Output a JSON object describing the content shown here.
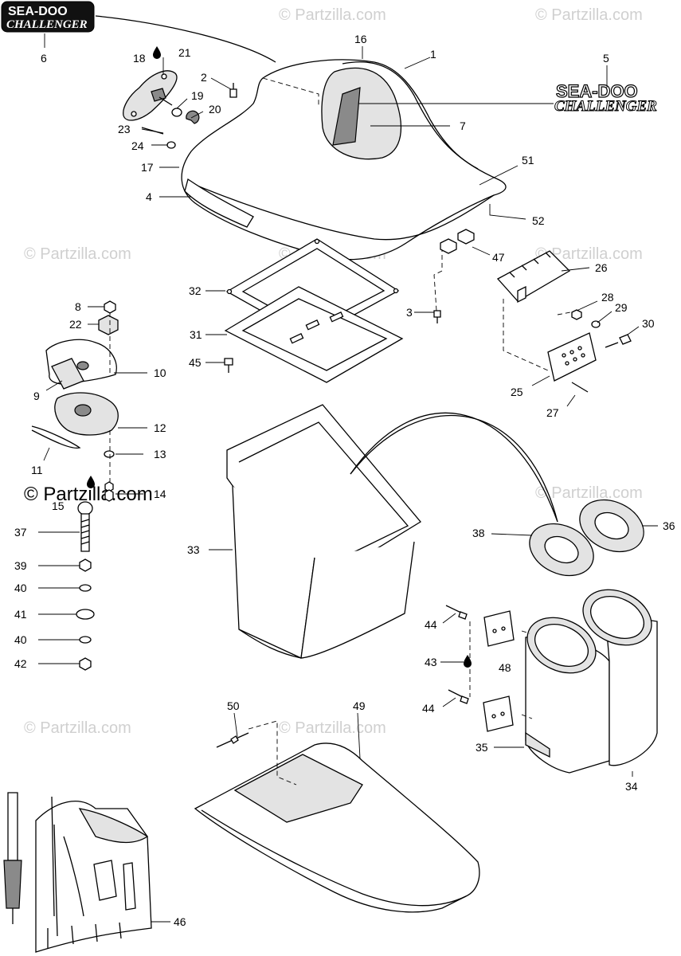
{
  "watermark": {
    "text": "© Partzilla.com"
  },
  "logo": {
    "brand": "SEA-DOO",
    "model": "CHALLENGER"
  },
  "callouts": {
    "c1": "1",
    "c2": "2",
    "c3": "3",
    "c4": "4",
    "c5": "5",
    "c6": "6",
    "c7": "7",
    "c8": "8",
    "c9": "9",
    "c10": "10",
    "c11": "11",
    "c12": "12",
    "c13": "13",
    "c14": "14",
    "c15": "15",
    "c16": "16",
    "c17": "17",
    "c18": "18",
    "c19": "19",
    "c20": "20",
    "c21": "21",
    "c22": "22",
    "c23": "23",
    "c24": "24",
    "c25": "25",
    "c26": "26",
    "c27": "27",
    "c28": "28",
    "c29": "29",
    "c30": "30",
    "c31": "31",
    "c32": "32",
    "c33": "33",
    "c34": "34",
    "c35": "35",
    "c36": "36",
    "c37": "37",
    "c38": "38",
    "c39": "39",
    "c40a": "40",
    "c40b": "40",
    "c41": "41",
    "c42": "42",
    "c43": "43",
    "c44a": "44",
    "c44b": "44",
    "c45": "45",
    "c46": "46",
    "c47": "47",
    "c48": "48",
    "c49": "49",
    "c50": "50",
    "c51": "51",
    "c52": "52"
  },
  "colors": {
    "line": "#000000",
    "watermark": "#d0d0d0",
    "logo_bg": "#111111"
  }
}
